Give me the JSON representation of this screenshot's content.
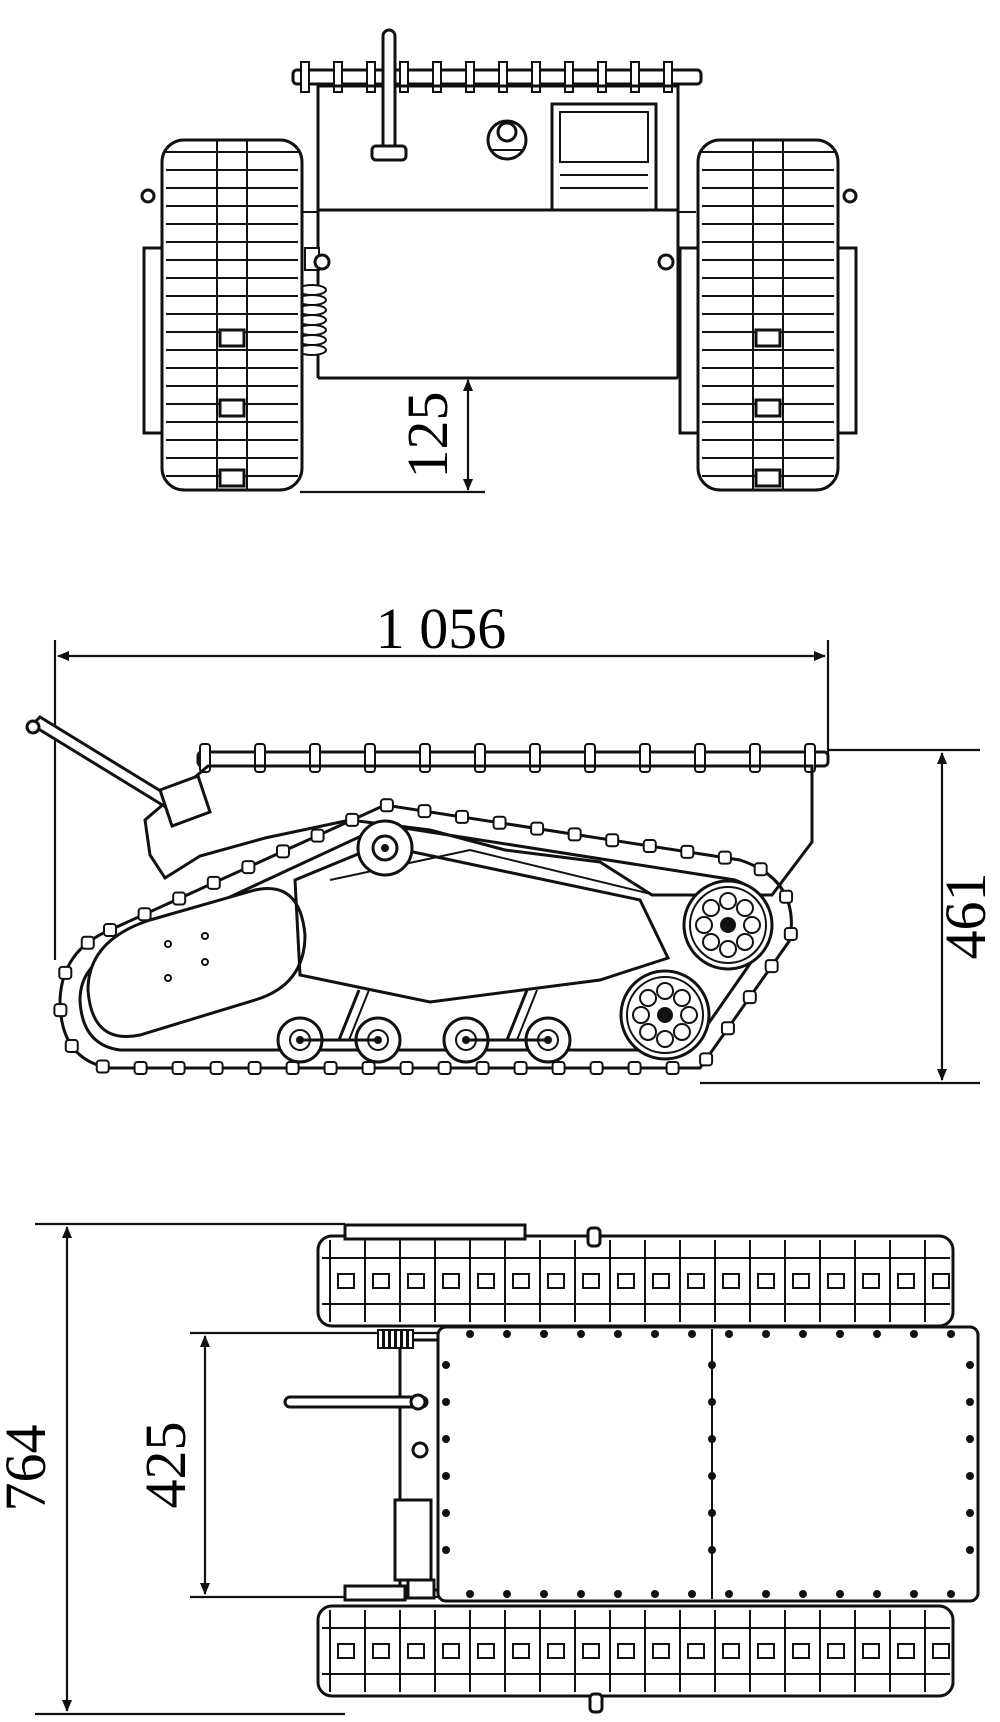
{
  "views": {
    "front": {
      "dimensions": {
        "ground_clearance": "125"
      }
    },
    "side": {
      "dimensions": {
        "length": "1 056",
        "height": "461"
      }
    },
    "top": {
      "dimensions": {
        "width": "764",
        "body_width": "425"
      }
    }
  }
}
